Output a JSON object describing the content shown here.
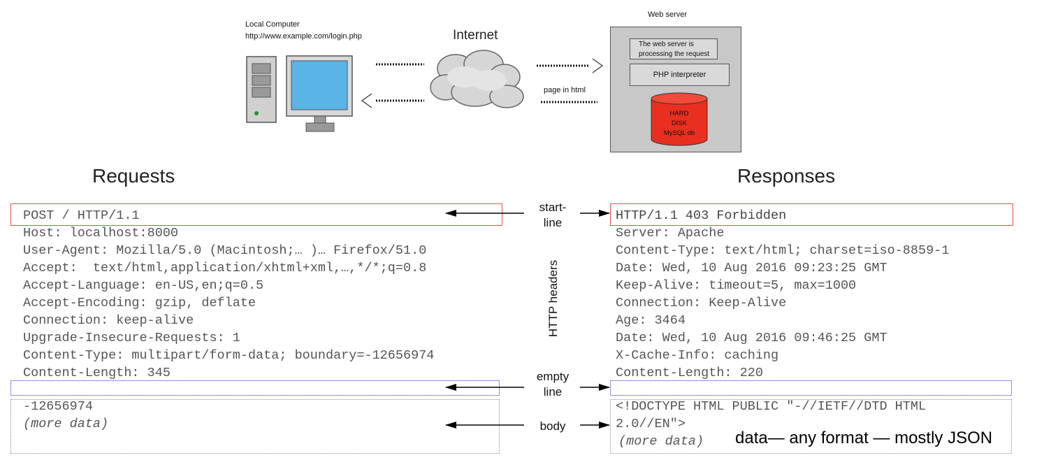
{
  "diagram": {
    "local_computer": {
      "title": "Local Computer",
      "url": "http://www.example.com/login.php"
    },
    "internet": {
      "label": "Internet"
    },
    "server": {
      "title": "Web server",
      "processing": "The web server is processing the request",
      "php": "PHP interpreter",
      "disk_lines": [
        "HARD",
        "DISK",
        "MySQL db"
      ]
    },
    "page_in_html": "page in html"
  },
  "requests": {
    "title": "Requests",
    "start_line": "POST / HTTP/1.1",
    "headers": [
      "Host: localhost:8000",
      "User-Agent: Mozilla/5.0 (Macintosh;… )… Firefox/51.0",
      "Accept:  text/html,application/xhtml+xml,…,*/*;q=0.8",
      "Accept-Language: en-US,en;q=0.5",
      "Accept-Encoding: gzip, deflate",
      "Connection: keep-alive",
      "Upgrade-Insecure-Requests: 1",
      "Content-Type: multipart/form-data; boundary=-12656974",
      "Content-Length: 345"
    ],
    "body_lines": [
      "-12656974",
      "(more data)"
    ]
  },
  "responses": {
    "title": "Responses",
    "start_line": "HTTP/1.1 403 Forbidden",
    "headers": [
      "Server: Apache",
      "Content-Type: text/html; charset=iso-8859-1",
      "Date: Wed, 10 Aug 2016 09:23:25 GMT",
      "Keep-Alive: timeout=5, max=1000",
      "Connection: Keep-Alive",
      "Age: 3464",
      "Date: Wed, 10 Aug 2016 09:46:25 GMT",
      "X-Cache-Info: caching",
      "Content-Length: 220"
    ],
    "body_lines": [
      "<!DOCTYPE HTML PUBLIC \"-//IETF//DTD HTML",
      "2.0//EN\">",
      "(more data)"
    ]
  },
  "labels": {
    "start_line": [
      "start-",
      "line"
    ],
    "http_headers": "HTTP headers",
    "empty_line": [
      "empty",
      "line"
    ],
    "body": "body"
  },
  "note": "data— any format — mostly JSON"
}
